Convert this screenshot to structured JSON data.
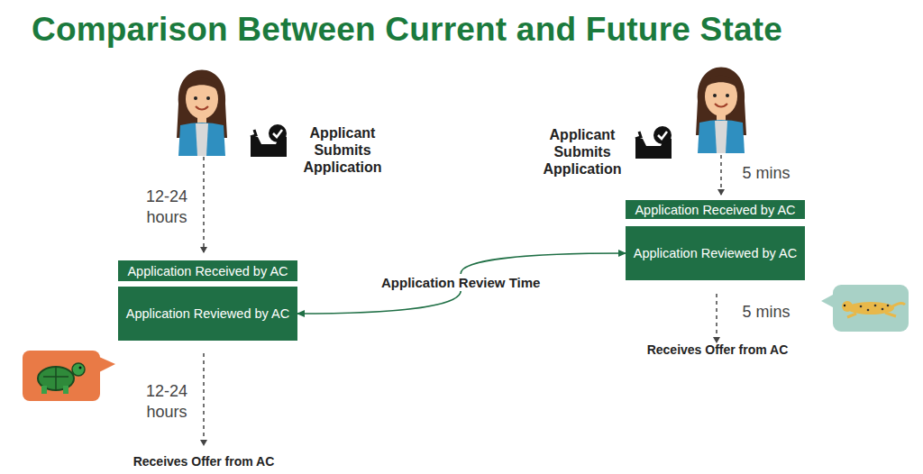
{
  "diagram": {
    "title": "Comparison Between Current and Future State",
    "nodes": [
      {
        "text": [
          "Application Received by AC"
        ]
      },
      {
        "text": [
          "Application Reviewed by AC"
        ]
      },
      {
        "text": [
          "Application Received by AC"
        ]
      },
      {
        "text": [
          "Application Reviewed by AC"
        ]
      }
    ],
    "edges": [
      {
        "from": 3,
        "to": 1,
        "label": "Application Review Time",
        "arrow": "both"
      }
    ],
    "labels": [
      "Applicant Submits Application",
      "12-24 hours",
      "12-24 hours",
      "Receives Offer from AC",
      "Applicant Submits Application",
      "5 mins",
      "5 mins",
      "Receives Offer from AC"
    ]
  }
}
